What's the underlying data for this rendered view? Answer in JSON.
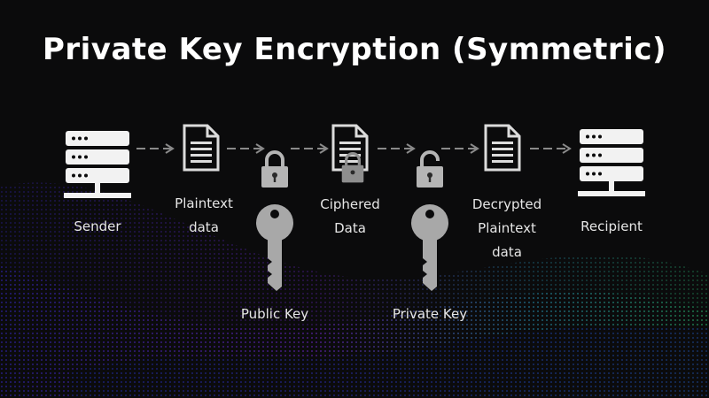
{
  "title": "Private Key Encryption (Symmetric)",
  "nodes": {
    "sender": "Sender",
    "plaintext": [
      "Plaintext",
      "data"
    ],
    "ciphered": [
      "Ciphered",
      "Data"
    ],
    "decrypted": [
      "Decrypted",
      "Plaintext",
      "data"
    ],
    "recipient": "Recipient"
  },
  "keys": {
    "public_key": "Public Key",
    "private_key": "Private Key"
  },
  "colors": {
    "background": "#0b0b0c",
    "icon_white": "#f2f2f2",
    "icon_grey": "#9a9a9a",
    "arrow": "#8a8a8a",
    "wave_blue": "#2b4bd6",
    "wave_purple": "#8a2be2",
    "wave_green": "#2ecf7a"
  },
  "icons": [
    "server-icon",
    "document-icon",
    "padlock-icon",
    "key-icon",
    "arrow-icon"
  ]
}
